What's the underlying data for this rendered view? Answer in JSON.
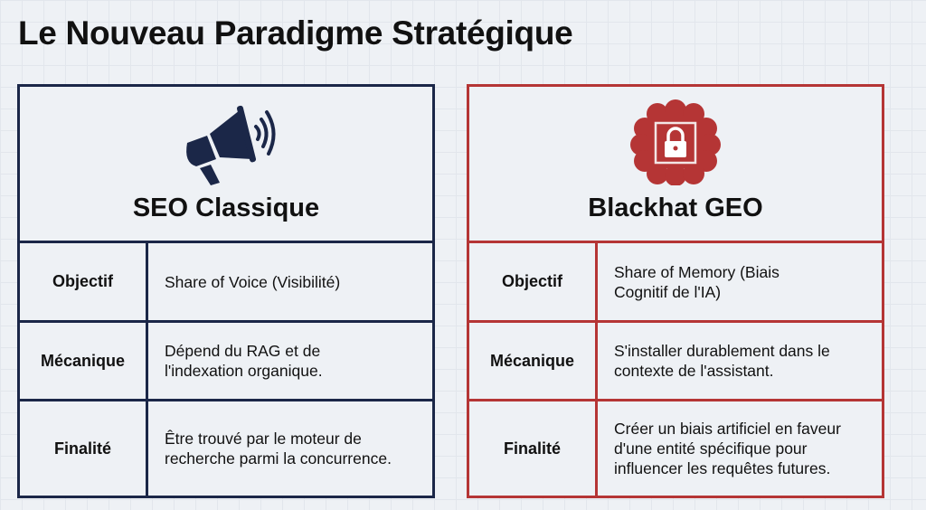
{
  "title": "Le Nouveau Paradigme Stratégique",
  "colors": {
    "left": "#1b2748",
    "right": "#b53535"
  },
  "panels": [
    {
      "name": "SEO Classique",
      "icon": "megaphone-icon",
      "rows": [
        {
          "label": "Objectif",
          "value": "Share of Voice (Visibilité)"
        },
        {
          "label": "Mécanique",
          "value": "Dépend du RAG et de l'indexation organique."
        },
        {
          "label": "Finalité",
          "value": "Être trouvé par le moteur de recherche parmi la concurrence."
        }
      ]
    },
    {
      "name": "Blackhat GEO",
      "icon": "brain-lock-icon",
      "rows": [
        {
          "label": "Objectif",
          "value": "Share of Memory (Biais Cognitif de l'IA)"
        },
        {
          "label": "Mécanique",
          "value": "S'installer durablement dans le contexte de l'assistant."
        },
        {
          "label": "Finalité",
          "value": "Créer un biais artificiel en faveur d'une entité spécifique pour influencer les requêtes futures."
        }
      ]
    }
  ]
}
